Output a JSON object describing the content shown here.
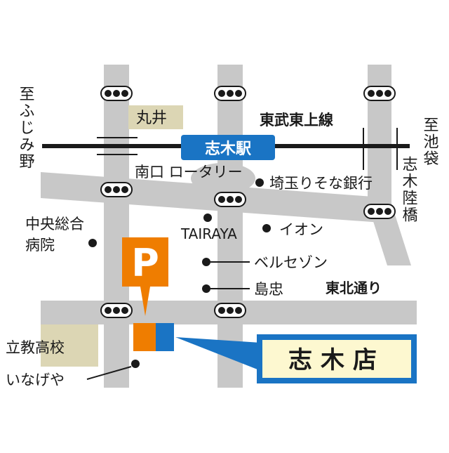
{
  "colors": {
    "road": "#c8c8c8",
    "rail": "#1a1a1a",
    "station_blue": "#1a74c4",
    "parking_orange": "#ef7d00",
    "store_blue": "#1a74c4",
    "store_label_bg": "#fdf8d0",
    "building_beige": "#dcd6b4",
    "text": "#1a1a1a"
  },
  "directions": {
    "left": "至ふじみ野",
    "right": "至池袋",
    "right_bottom": "志木陸橋"
  },
  "station": {
    "name": "志木駅"
  },
  "rail_line": {
    "name": "東武東上線"
  },
  "roads": {
    "east_north": "東北通り"
  },
  "landmarks": {
    "marui": "丸井",
    "south_exit_rotary": "南口 ロータリー",
    "saitama_resona": "埼玉りそな銀行",
    "chuo_hospital": "中央総合\n病院",
    "tairaya": "TAIRAYA",
    "aeon": "イオン",
    "bellsezon": "ベルセゾン",
    "shimachu": "島忠",
    "rikkyo": "立教高校",
    "inageya": "いなげや"
  },
  "parking": {
    "label": "P"
  },
  "store": {
    "name": "志木店"
  },
  "icons": [
    "traffic-light-icon",
    "point-marker-icon",
    "parking-sign-icon",
    "callout-arrow-icon"
  ]
}
